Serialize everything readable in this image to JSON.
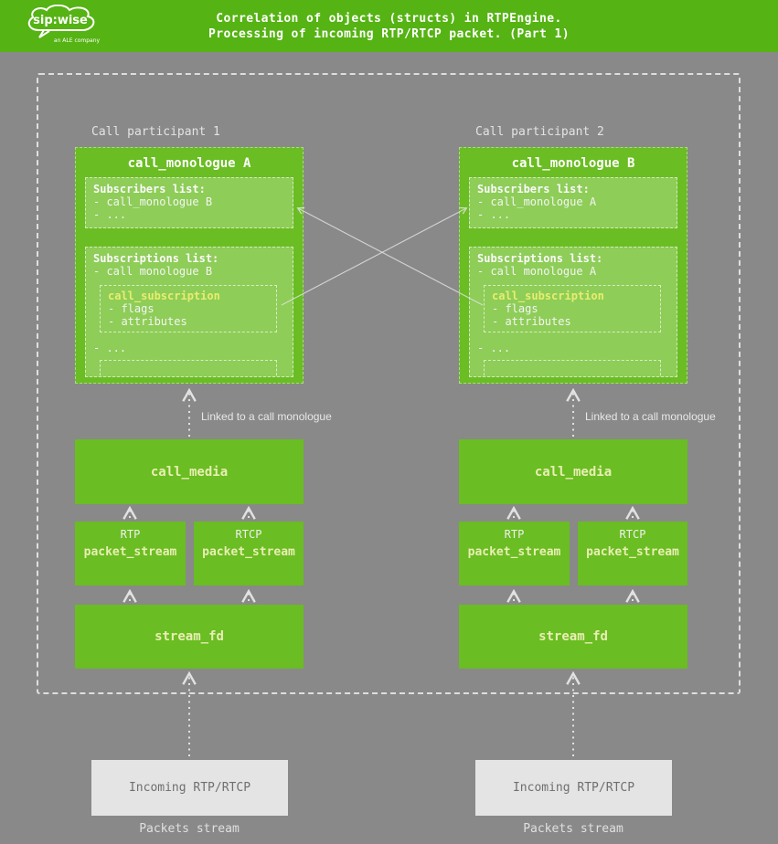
{
  "colors": {
    "bg": "#898989",
    "header-green": "#55b313",
    "box-green": "#6abd22",
    "box-green-light": "#8ecd58",
    "accent-yellow": "#e9ed6e",
    "label-yellow": "#e9eeb4",
    "incoming-bg": "#e4e4e4",
    "incoming-text": "#6f6f6f",
    "line": "#e2e2e2"
  },
  "header": {
    "title_line1": "Correlation of objects (structs) in RTPEngine.",
    "title_line2": "Processing of incoming RTP/RTCP packet. (Part 1)",
    "logo_text": "sip:wise",
    "logo_subtext": "an ALE company"
  },
  "participants": [
    {
      "label": "Call participant 1",
      "monologue_title": "call_monologue A",
      "subscribers_title": "Subscribers list:",
      "subscribers_item1": "- call_monologue B",
      "subscribers_item2": "- ...",
      "subscriptions_title": "Subscriptions list:",
      "subscriptions_item": "- call monologue B",
      "subscription_title": "call_subscription",
      "subscription_item1": "- flags",
      "subscription_item2": "- attributes",
      "subscriptions_more": "- ...",
      "linked_label": "Linked to a call monologue",
      "call_media_label": "call_media",
      "rtp_label": "RTP",
      "rtcp_label": "RTCP",
      "packet_stream_label": "packet_stream",
      "stream_fd_label": "stream_fd",
      "incoming_label": "Incoming RTP/RTCP",
      "packets_stream_label": "Packets stream"
    },
    {
      "label": "Call participant 2",
      "monologue_title": "call_monologue B",
      "subscribers_title": "Subscribers list:",
      "subscribers_item1": "- call_monologue A",
      "subscribers_item2": "- ...",
      "subscriptions_title": "Subscriptions list:",
      "subscriptions_item": "- call monologue A",
      "subscription_title": "call_subscription",
      "subscription_item1": "- flags",
      "subscription_item2": "- attributes",
      "subscriptions_more": "- ...",
      "linked_label": "Linked to a call monologue",
      "call_media_label": "call_media",
      "rtp_label": "RTP",
      "rtcp_label": "RTCP",
      "packet_stream_label": "packet_stream",
      "stream_fd_label": "stream_fd",
      "incoming_label": "Incoming RTP/RTCP",
      "packets_stream_label": "Packets stream"
    }
  ]
}
